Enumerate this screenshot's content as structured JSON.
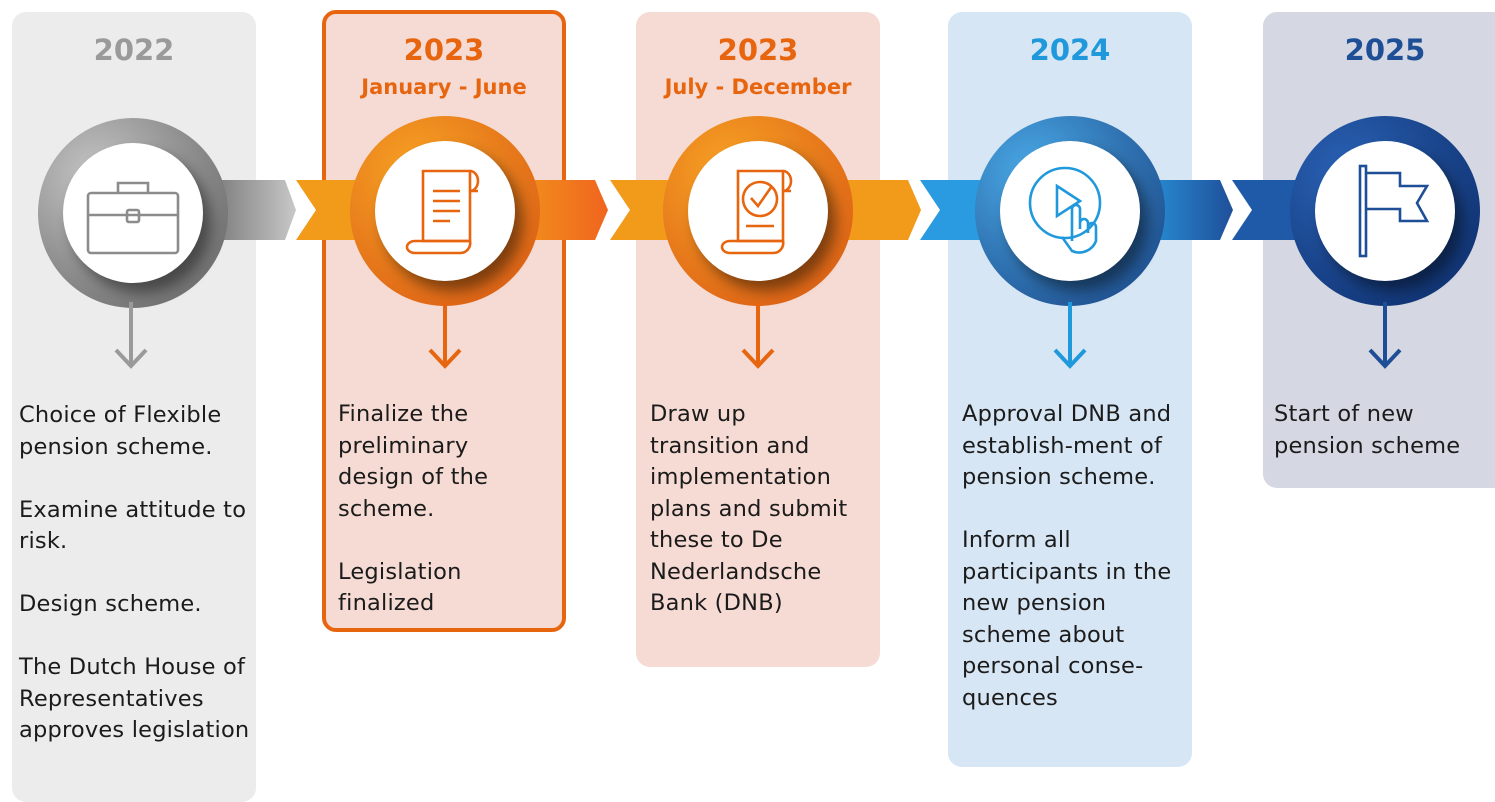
{
  "stages": [
    {
      "year": "2022",
      "period": "",
      "icon": "briefcase-icon",
      "color": "#9a9a9a",
      "lines": [
        "Choice of Flexible pension scheme.",
        "Examine attitude to risk.",
        "Design scheme.",
        "The Dutch House of Representatives approves legislation"
      ]
    },
    {
      "year": "2023",
      "period": "January - June",
      "icon": "scroll-document-icon",
      "color": "#e8650f",
      "lines": [
        "Finalize the preliminary design of the scheme.",
        "Legislation finalized"
      ]
    },
    {
      "year": "2023",
      "period": "July - December",
      "icon": "checkmark-scroll-icon",
      "color": "#e8650f",
      "lines": [
        "Draw up transition and implementation plans and submit these to De Nederlandsche Bank (DNB)"
      ]
    },
    {
      "year": "2024",
      "period": "",
      "icon": "click-play-icon",
      "color": "#1f98dc",
      "lines": [
        "Approval DNB and establish-ment of pension scheme.",
        "Inform all participants in the new pension scheme about personal conse-quences"
      ]
    },
    {
      "year": "2025",
      "period": "",
      "icon": "flag-icon",
      "color": "#1d4e96",
      "lines": [
        "Start of new pension scheme"
      ]
    }
  ]
}
